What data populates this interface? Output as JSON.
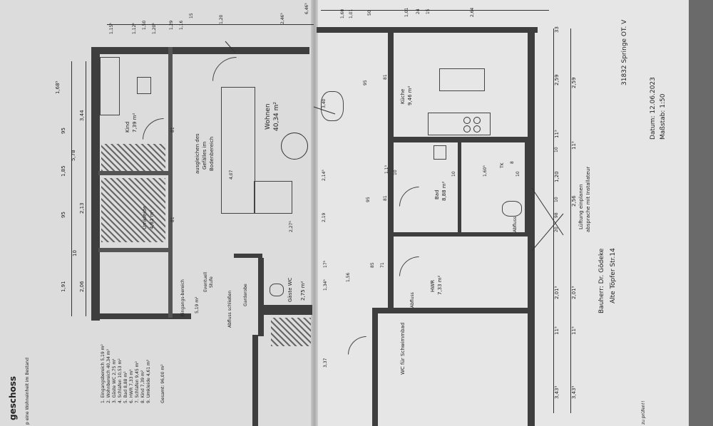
{
  "plan": {
    "title_fragment": "geschoss",
    "subtitle_fragment": "p eine Wohneinheit im Bestand",
    "rooms": {
      "kind": {
        "name": "Kind",
        "area": "7,39 m²"
      },
      "wohnen": {
        "name": "Wohnen",
        "area": "40,34 m²"
      },
      "kueche": {
        "name": "Küche",
        "area": "9,46 m²"
      },
      "bad": {
        "name": "Bad",
        "area": "8,88 m²"
      },
      "hwr": {
        "name": "HWR",
        "area": "7,33 m²"
      },
      "umkleide": {
        "name": "Umkleide",
        "area": "4,81 m²"
      },
      "eingang": {
        "name": "Eingangs-bereich",
        "area": "5,19 m²"
      },
      "gaeste_wc": {
        "name": "Gäste WC",
        "area": "2,75 m²"
      },
      "wc_schwimmbad": {
        "name": "WC für Schwimmbad"
      }
    },
    "annotations": {
      "gefaelle_1": "ausgleichen des",
      "gefaelle_2": "Gefälles im",
      "gefaelle_3": "Bodenbereich",
      "eventuell_1": "Eventuell",
      "eventuell_2": "Stufe",
      "abfluss_schliessen": "Abfluss schließen",
      "garderobe": "Garderobe",
      "abfluss_hwr": "Abfluss",
      "abfluss_bad": "Abfluss",
      "lueftung_1": "Lüftung einplanen",
      "lueftung_2": "absprache mit Installateur",
      "tk": "TK"
    },
    "room_list": [
      "1. Eingangsbereich 5,19 m²",
      "2. Wohnbereich 40,34 m²",
      "3. Gäste WC 2,75 m²",
      "4. Schlafen 10,53 m²",
      "5. Bad 8,88 m²",
      "6. HWR 7,33 m²",
      "7. Schlafen 9,45 m²",
      "8. Kind 7,39 m²",
      "9. Umkleide 4,61 m²"
    ],
    "total": "Gesamt: 96,00 m²",
    "client": {
      "bauherr": "Bauherr: Dr. Gödeke",
      "street": "Alte Töpfer Str.14",
      "city": "31832 Springe OT. V"
    },
    "meta": {
      "datum": "Datum: 12.06.2023",
      "massstab": "Maßstab:    1:50"
    },
    "footer_note": "zu prüfen!!",
    "dims_left": [
      "1,91",
      "2,06",
      "10",
      "2,13",
      "95",
      "1,85",
      "5,78",
      "95",
      "3,44",
      "1,68⁵"
    ],
    "dims_left_top": [
      "1,15⁵",
      "1,12⁵",
      "1,50",
      "1,20⁵",
      "1,29",
      "1,16",
      "15",
      "1,20",
      "2,46⁵",
      "6,46⁵"
    ],
    "dims_right": [
      "3,43⁵",
      "3,43⁵",
      "2,01⁵",
      "2,01⁵",
      "11⁵",
      "11⁵",
      "20",
      "98",
      "10",
      "2,56",
      "1,20",
      "10",
      "11⁵",
      "11⁵",
      "2,59",
      "2,59",
      "33"
    ],
    "dims_right_top": [
      "1,60",
      "1,01",
      "50",
      "1,01",
      "24",
      "15",
      "2,64"
    ],
    "dims_misc": [
      "81",
      "81",
      "81",
      "95",
      "81",
      "95",
      "85",
      "71",
      "1,56",
      "1,34⁵",
      "17⁵",
      "2,19",
      "2,14⁵",
      "4,07",
      "2,27⁵",
      "1,60⁵",
      "1,1³",
      "3,40",
      "10",
      "10",
      "8",
      "10",
      "3,37"
    ]
  }
}
